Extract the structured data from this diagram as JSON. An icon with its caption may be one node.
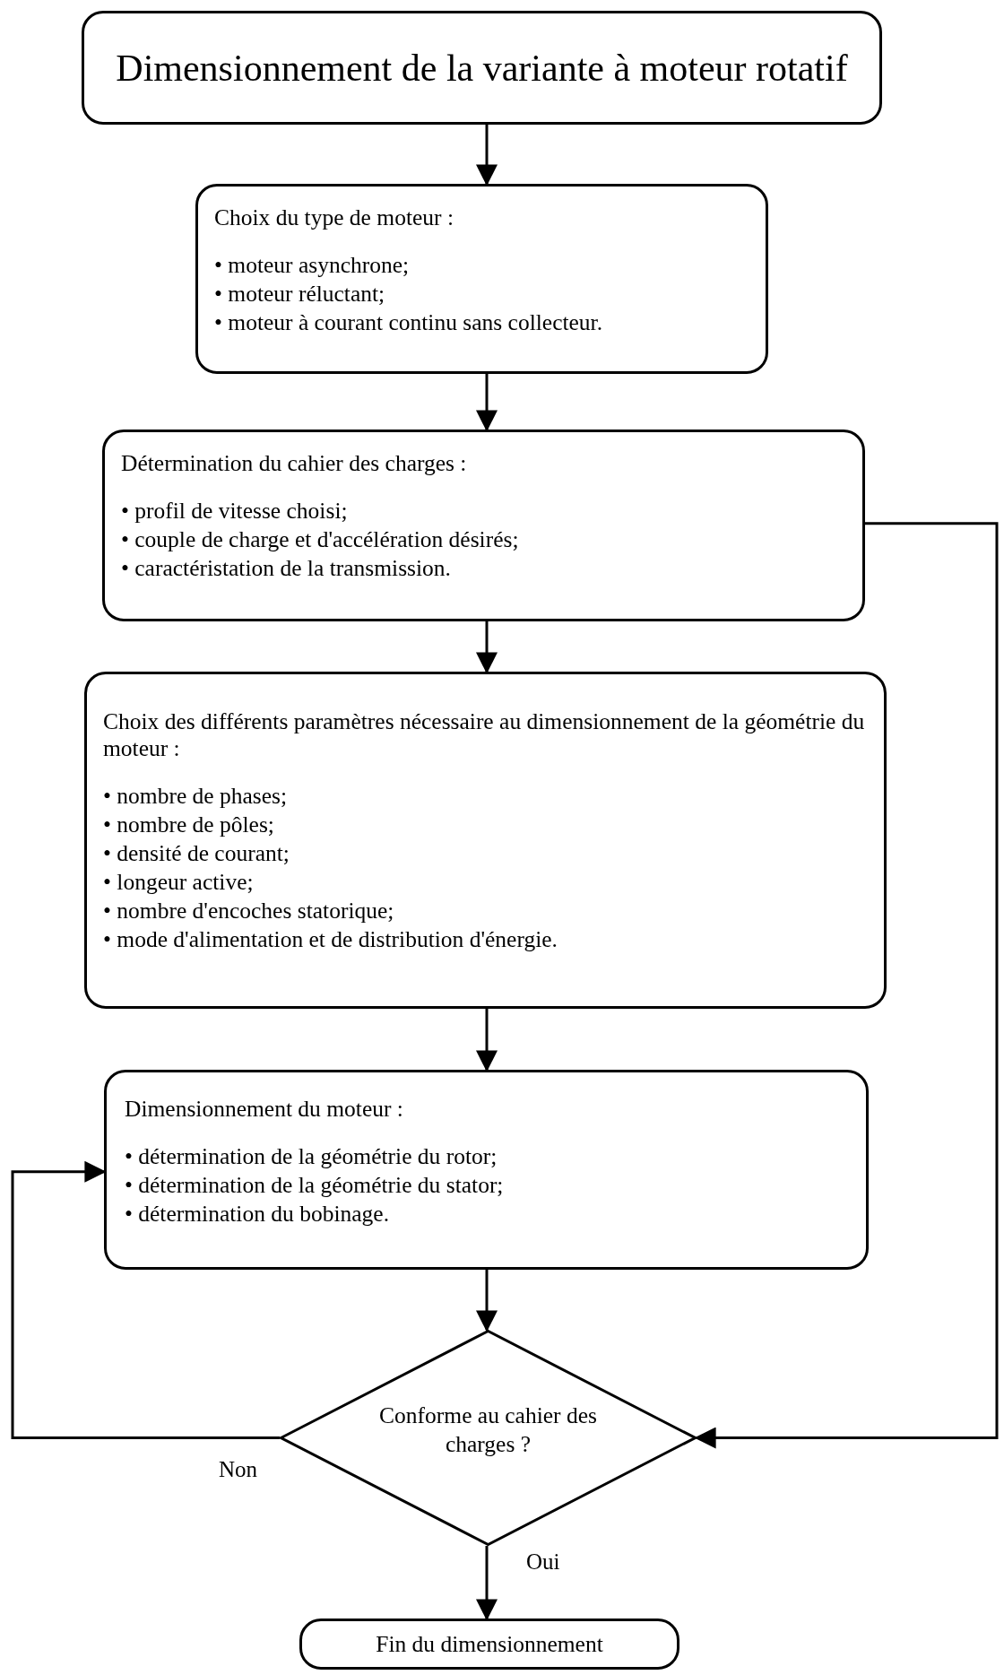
{
  "diagram": {
    "nodes": [
      {
        "text": [
          "Dimensionnement de la variante à moteur rotatif"
        ]
      },
      {
        "text": [
          "Choix du type de moteur :",
          "• moteur asynchrone;",
          "• moteur réluctant;",
          "• moteur à courant continu sans collecteur."
        ]
      },
      {
        "text": [
          "Détermination du cahier des charges :",
          "• profil de vitesse choisi;",
          "• couple de charge et d'accélération désirés;",
          "• caractéristation de la transmission."
        ]
      },
      {
        "text": [
          "Choix des différents paramètres nécessaire au dimensionnement de la géométrie du moteur :",
          "• nombre de phases;",
          "• nombre de pôles;",
          "• densité de courant;",
          "• longeur active;",
          "• nombre d'encoches statorique;",
          "• mode d'alimentation et de distribution d'énergie."
        ]
      },
      {
        "text": [
          "Dimensionnement du moteur :",
          "• détermination de la géométrie du rotor;",
          "• détermination de la géométrie du stator;",
          "• détermination du bobinage."
        ]
      },
      {
        "text": [
          "Conforme au cahier des charges ?"
        ]
      },
      {
        "text": [
          "Fin du dimensionnement"
        ]
      }
    ],
    "edges": [
      {
        "from": 0,
        "to": 1,
        "arrow": "to"
      },
      {
        "from": 1,
        "to": 2,
        "arrow": "to"
      },
      {
        "from": 2,
        "to": 3,
        "arrow": "to"
      },
      {
        "from": 3,
        "to": 4,
        "arrow": "to"
      },
      {
        "from": 4,
        "to": 5,
        "arrow": "to"
      },
      {
        "from": 5,
        "to": 4,
        "arrow": "to",
        "label": "Non"
      },
      {
        "from": 2,
        "to": 5,
        "arrow": "to"
      },
      {
        "from": 5,
        "to": 6,
        "arrow": "to",
        "label": "Oui"
      }
    ]
  }
}
